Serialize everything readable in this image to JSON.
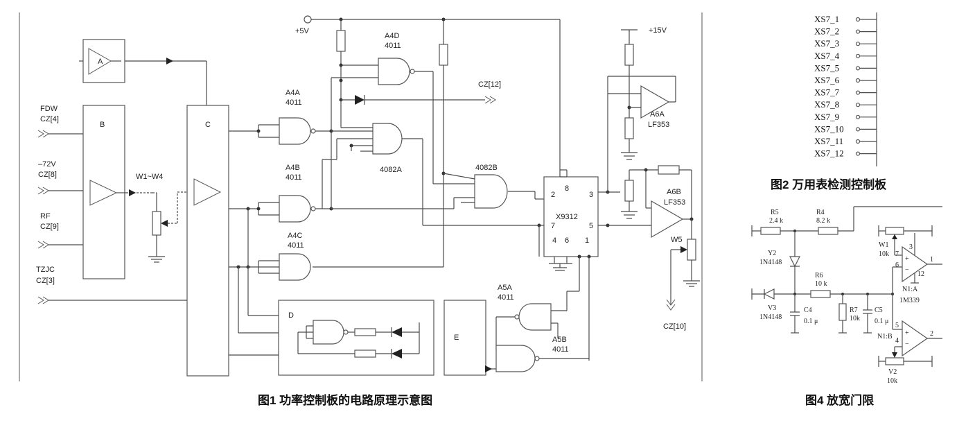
{
  "fig1": {
    "caption": "图1 功率控制板的电路原理示意图",
    "supply_5v": "+5V",
    "supply_15v": "+15V",
    "block_a": "A",
    "block_b": "B",
    "block_c": "C",
    "block_d": "D",
    "block_e": "E",
    "inputs": [
      {
        "l1": "FDW",
        "l2": "CZ[4]"
      },
      {
        "l1": "–72V",
        "l2": "CZ[8]"
      },
      {
        "l1": "RF",
        "l2": "CZ[9]"
      },
      {
        "l1": "TZJC",
        "l2": "CZ[3]"
      }
    ],
    "pot_w1w4": "W1~W4",
    "a4a": {
      "name": "A4A",
      "part": "4011"
    },
    "a4b": {
      "name": "A4B",
      "part": "4011"
    },
    "a4c": {
      "name": "A4C",
      "part": "4011"
    },
    "a4d": {
      "name": "A4D",
      "part": "4011"
    },
    "g4082a": "4082A",
    "g4082b": "4082B",
    "cz12": "CZ[12]",
    "x9312": {
      "name": "X9312",
      "p8": "8",
      "p2": "2",
      "p3": "3",
      "p7": "7",
      "p5": "5",
      "p4": "4",
      "p6": "6",
      "p1": "1"
    },
    "a6a": {
      "name": "A6A",
      "part": "LF353"
    },
    "a6b": {
      "name": "A6B",
      "part": "LF353"
    },
    "w5": "W5",
    "cz10": "CZ[10]",
    "a5a": {
      "name": "A5A",
      "part": "4011"
    },
    "a5b": {
      "name": "A5B",
      "part": "4011"
    }
  },
  "fig2": {
    "caption": "图2 万用表检测控制板",
    "pins": [
      "XS7_1",
      "XS7_2",
      "XS7_3",
      "XS7_4",
      "XS7_5",
      "XS7_6",
      "XS7_7",
      "XS7_8",
      "XS7_9",
      "XS7_10",
      "XS7_11",
      "XS7_12"
    ]
  },
  "fig4": {
    "caption": "图4 放宽门限",
    "r5": {
      "name": "R5",
      "val": "2.4 k"
    },
    "r4": {
      "name": "R4",
      "val": "8.2 k"
    },
    "r6": {
      "name": "R6",
      "val": "10 k"
    },
    "r7": {
      "name": "R7",
      "val": "10k"
    },
    "y2": {
      "name": "Y2",
      "part": "1N4148"
    },
    "v3": {
      "name": "V3",
      "part": "1N4148"
    },
    "c4": {
      "name": "C4",
      "val": "0.1 μ"
    },
    "c5": {
      "name": "C5",
      "val": "0.1 μ"
    },
    "w1": {
      "name": "W1",
      "val": "10k"
    },
    "v2": {
      "name": "V2",
      "val": "10k"
    },
    "n1a": {
      "name": "N1:A",
      "part": "1M339"
    },
    "n1b": "N1:B",
    "pins": {
      "p7": "7",
      "p3": "3",
      "p6": "6",
      "p1": "1",
      "p12": "12",
      "p5": "5",
      "p4": "4",
      "p2": "2"
    }
  }
}
